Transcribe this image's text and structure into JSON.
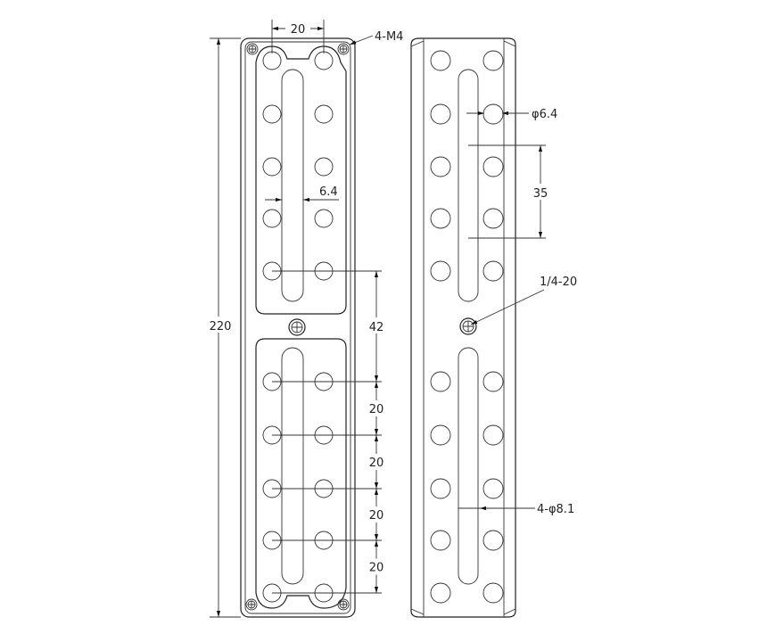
{
  "title": "Dual-slot mounting plate drawing (mm)",
  "dimensions": {
    "hole_spacing_top": "20",
    "screws": "4-M4",
    "total_length": "220",
    "slot_width": "6.4",
    "hole_diameter": "φ6.4",
    "hole_pitch_right": "35",
    "tripod_thread": "1/4-20",
    "gap": "42",
    "pitch": [
      "20",
      "20",
      "20",
      "20"
    ],
    "slot_holes": "4-φ8.1"
  }
}
